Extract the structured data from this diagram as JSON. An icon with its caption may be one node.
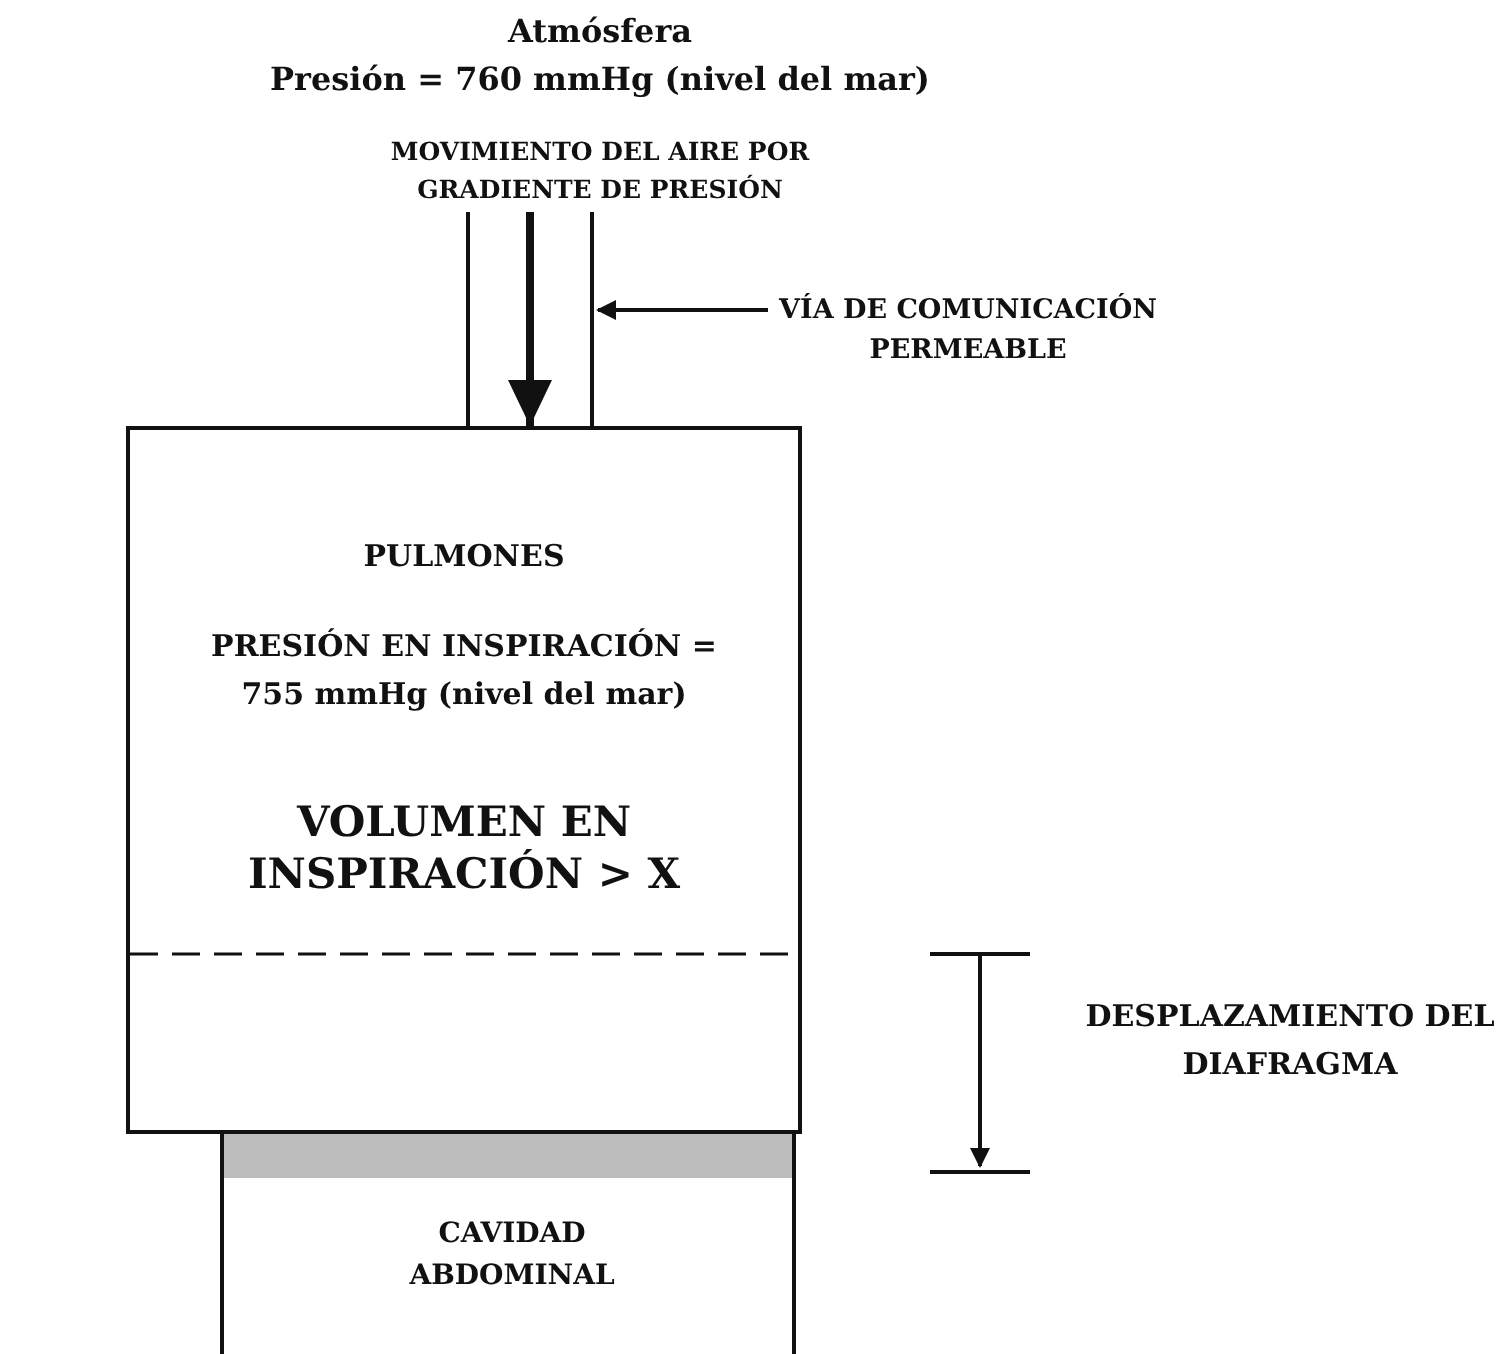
{
  "diagram": {
    "nodes": [
      {
        "text": [
          "MOVIMIENTO DEL AIRE POR GRADIENTE DE PRESIÓN"
        ]
      },
      {
        "text": [
          "PULMONES",
          "PRESIÓN EN INSPIRACIÓN = 755 mmHg (nivel del mar)",
          "VOLUMEN EN INSPIRACIÓN > X"
        ]
      },
      {
        "text": [
          "VÍA DE COMUNICACIÓN PERMEABLE"
        ]
      },
      {
        "text": [],
        "shape": "bar"
      },
      {
        "text": [
          "CAVIDAD ABDOMINAL"
        ]
      }
    ],
    "edges": [
      {
        "from": 0,
        "to": 1,
        "arrow": "to",
        "style": "thick"
      },
      {
        "from": 2,
        "to": null,
        "arrow": "to"
      }
    ],
    "labels": [
      "Atmósfera",
      "Presión = 760 mmHg (nivel del mar)",
      "DESPLAZAMIENTO DEL DIAFRAGMA"
    ]
  }
}
